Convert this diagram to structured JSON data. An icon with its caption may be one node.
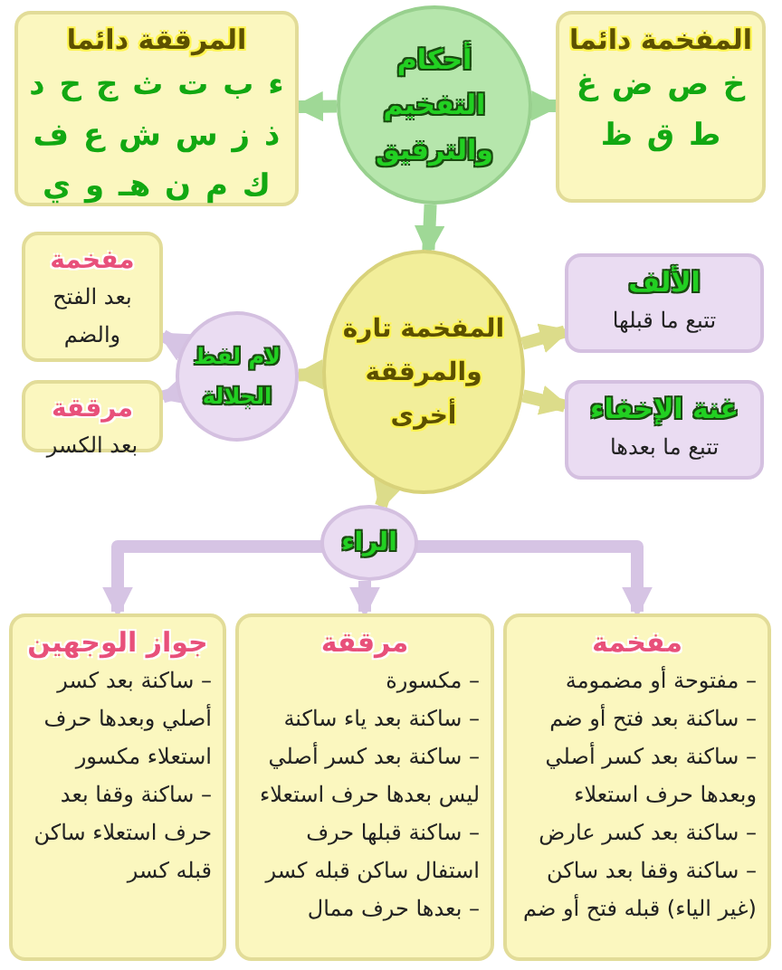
{
  "diagram": {
    "nodes": [
      {
        "text": [
          "أحكام التفخيم والترقيق"
        ]
      },
      {
        "text": [
          "المرققة دائما",
          "ء ب ت ث ج ح د",
          "ذ ز س ش ع ف",
          "ك م ن هـ و ي"
        ]
      },
      {
        "text": [
          "المفخمة دائما",
          "خ ص ض غ",
          "ط ق ظ"
        ]
      },
      {
        "text": [
          "المفخمة تارة والمرققة أخرى"
        ]
      },
      {
        "text": [
          "لام لفظ الجلالة"
        ]
      },
      {
        "text": [
          "مفخمة",
          "بعد الفتح والضم"
        ]
      },
      {
        "text": [
          "مرققة",
          "بعد الكسر"
        ]
      },
      {
        "text": [
          "الألف",
          "تتبع ما قبلها"
        ]
      },
      {
        "text": [
          "غنة الإخفاء",
          "تتبع ما بعدها"
        ]
      },
      {
        "text": [
          "الراء"
        ]
      },
      {
        "text": [
          "مفخمة",
          "– مفتوحة أو مضمومة",
          "– ساكنة بعد فتح أو ضم",
          "– ساكنة بعد كسر أصلي وبعدها حرف استعلاء",
          "– ساكنة بعد كسر عارض",
          "– ساكنة وقفا بعد ساكن (غير الياء) قبله فتح أو ضم"
        ]
      },
      {
        "text": [
          "مرققة",
          "– مكسورة",
          "– ساكنة بعد ياء ساكنة",
          "– ساكنة بعد كسر أصلي ليس بعدها حرف استعلاء",
          "– ساكنة قبلها حرف استفال ساكن قبله كسر",
          "– بعدها حرف ممال"
        ]
      },
      {
        "text": [
          "جواز الوجهين",
          "– ساكنة بعد كسر أصلي وبعدها حرف استعلاء مكسور",
          "– ساكنة وقفا بعد حرف استعلاء ساكن قبله كسر"
        ]
      }
    ],
    "edges": [
      {
        "from": 0,
        "to": 1,
        "arrow": "to",
        "color": "#9fd896"
      },
      {
        "from": 0,
        "to": 2,
        "arrow": "to",
        "color": "#9fd896"
      },
      {
        "from": 0,
        "to": 3,
        "arrow": "to",
        "color": "#9fd896"
      },
      {
        "from": 3,
        "to": 4,
        "arrow": "to",
        "color": "#dcdc8a"
      },
      {
        "from": 4,
        "to": 5,
        "arrow": "to"
      },
      {
        "from": 4,
        "to": 6,
        "arrow": "to"
      },
      {
        "from": 3,
        "to": 7,
        "arrow": "to",
        "color": "#dcdc8a"
      },
      {
        "from": 3,
        "to": 8,
        "arrow": "to",
        "color": "#dcdc8a"
      },
      {
        "from": 3,
        "to": 9,
        "arrow": "to",
        "color": "#dcdc8a"
      },
      {
        "from": 9,
        "to": 10,
        "arrow": "to"
      },
      {
        "from": 9,
        "to": 11,
        "arrow": "to"
      },
      {
        "from": 9,
        "to": 12,
        "arrow": "to"
      }
    ]
  }
}
